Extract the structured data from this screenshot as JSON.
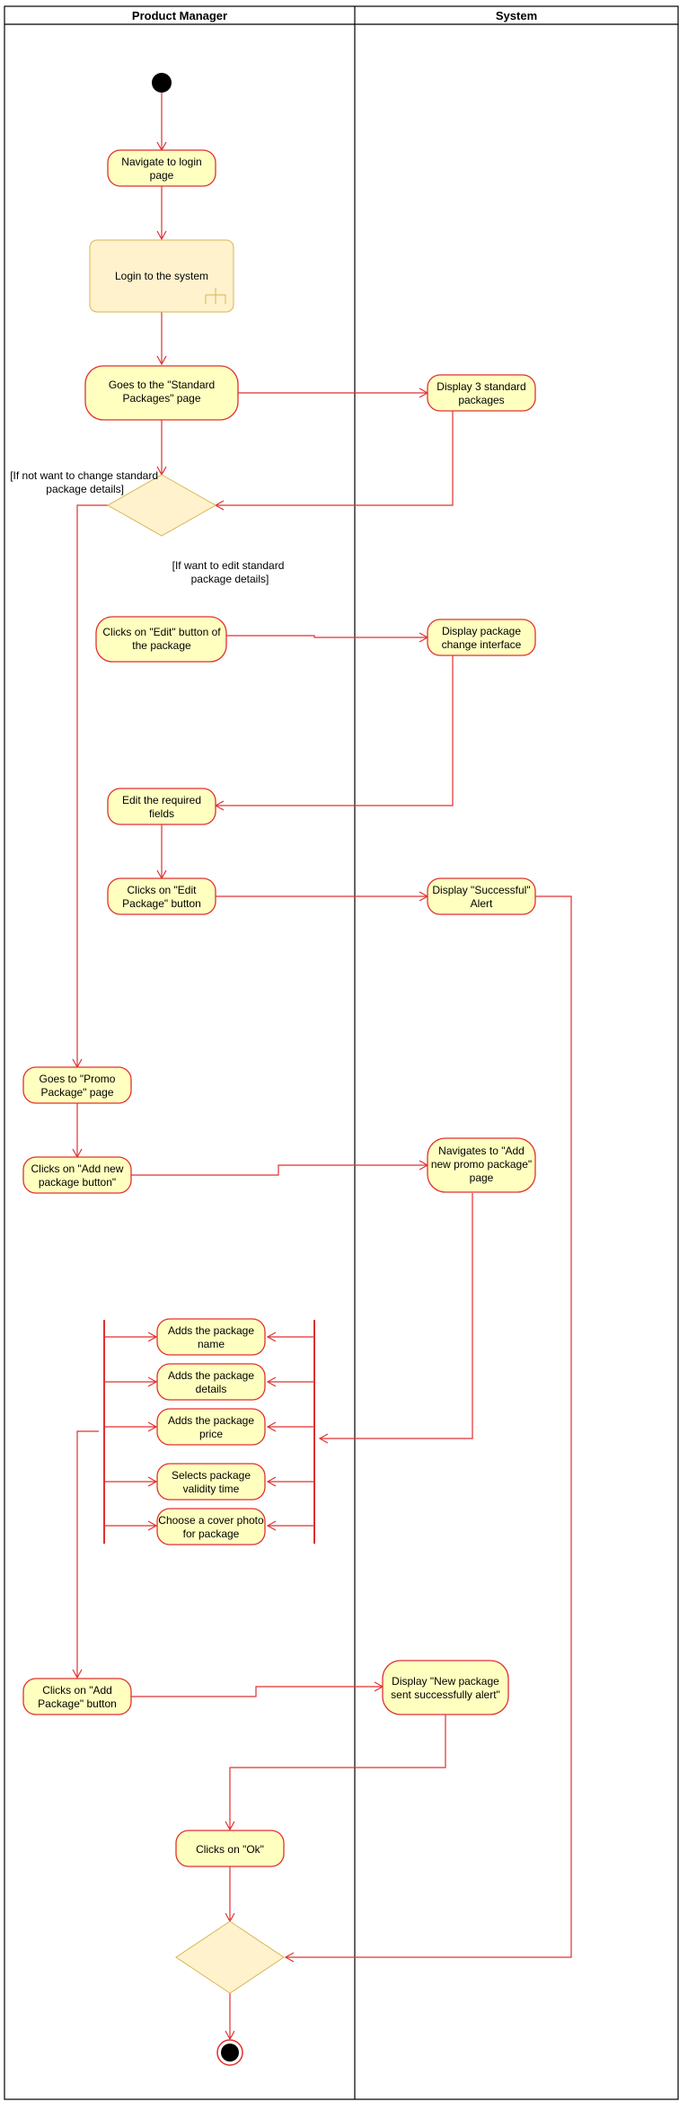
{
  "lanes": {
    "left": "Product Manager",
    "right": "System"
  },
  "nodes": {
    "navigate_login": [
      "Navigate to login",
      "page"
    ],
    "login_system": [
      "Login to the system"
    ],
    "goes_standard": [
      "Goes to the \"Standard",
      "Packages\" page"
    ],
    "display_3": [
      "Display 3 standard",
      "packages"
    ],
    "clicks_edit_pkg": [
      "Clicks on \"Edit\" button of",
      "the package"
    ],
    "display_change": [
      "Display package",
      "change interface"
    ],
    "edit_fields": [
      "Edit the required",
      "fields"
    ],
    "clicks_edit_package": [
      "Clicks on \"Edit",
      "Package\" button"
    ],
    "display_successful": [
      "Display \"Successful\"",
      "Alert"
    ],
    "goes_promo": [
      "Goes to \"Promo",
      "Package\" page"
    ],
    "clicks_add_new": [
      "Clicks on \"Add new",
      "package button\""
    ],
    "navigates_add": [
      "Navigates to \"Add",
      "new promo package\"",
      "page"
    ],
    "adds_name": [
      "Adds the package",
      "name"
    ],
    "adds_details": [
      "Adds the package",
      "details"
    ],
    "adds_price": [
      "Adds the package",
      "price"
    ],
    "selects_validity": [
      "Selects package",
      "validity time"
    ],
    "choose_photo": [
      "Choose a cover photo",
      "for package"
    ],
    "clicks_add_package": [
      "Clicks on \"Add",
      "Package\" button"
    ],
    "display_new_sent": [
      "Display \"New package",
      "sent successfully alert\""
    ],
    "clicks_ok": [
      "Clicks on \"Ok\""
    ]
  },
  "guards": {
    "not_change": [
      "[If not want to change standard",
      "package details]"
    ],
    "want_edit": [
      "[If want to edit standard",
      "package details]"
    ]
  },
  "icons": {
    "initial": "initial-node-icon",
    "final": "final-node-icon",
    "subactivity": "rake-icon"
  },
  "colors": {
    "flow": "#e03030",
    "action_fill": "#ffffc0",
    "decision_fill": "#fff2cc"
  }
}
